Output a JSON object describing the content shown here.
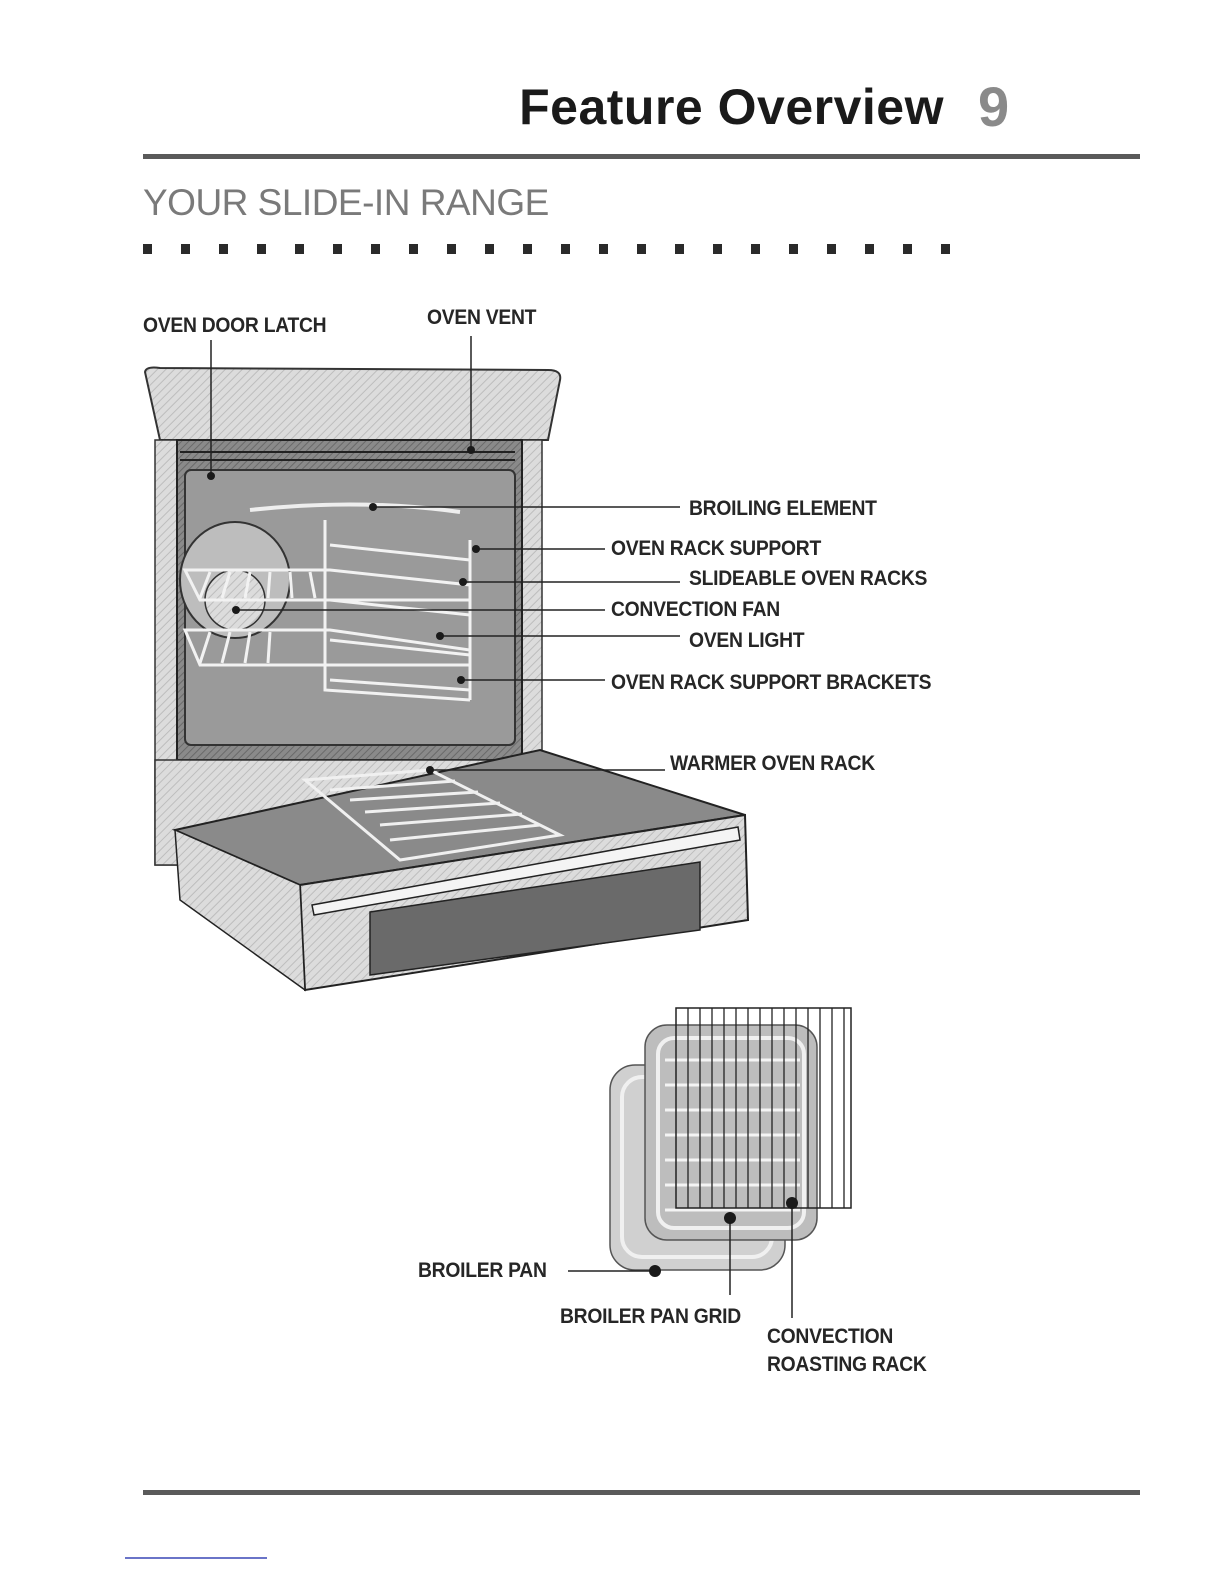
{
  "header": {
    "title": "Feature Overview",
    "page_number": "9"
  },
  "section": {
    "title": "YOUR SLIDE-IN RANGE"
  },
  "labels": {
    "oven_door_latch": "OVEN DOOR LATCH",
    "oven_vent": "OVEN VENT",
    "broiling_element": "BROILING ELEMENT",
    "oven_rack_support": "OVEN RACK SUPPORT",
    "slideable_oven_racks": "SLIDEABLE OVEN RACKS",
    "convection_fan": "CONVECTION FAN",
    "oven_light": "OVEN LIGHT",
    "oven_rack_support_brackets": "OVEN RACK SUPPORT BRACKETS",
    "warmer_oven_rack": "WARMER OVEN RACK",
    "broiler_pan": "BROILER PAN",
    "broiler_pan_grid": "BROILER PAN GRID",
    "convection_line1": "CONVECTION",
    "convection_line2": "ROASTING RACK"
  },
  "colors": {
    "title_text": "#1a1a1a",
    "section_text": "#7a7a7a",
    "rule": "#5a5a5a",
    "illustration_fill": "#d8d8d8",
    "illustration_dark": "#6e6e6e"
  }
}
